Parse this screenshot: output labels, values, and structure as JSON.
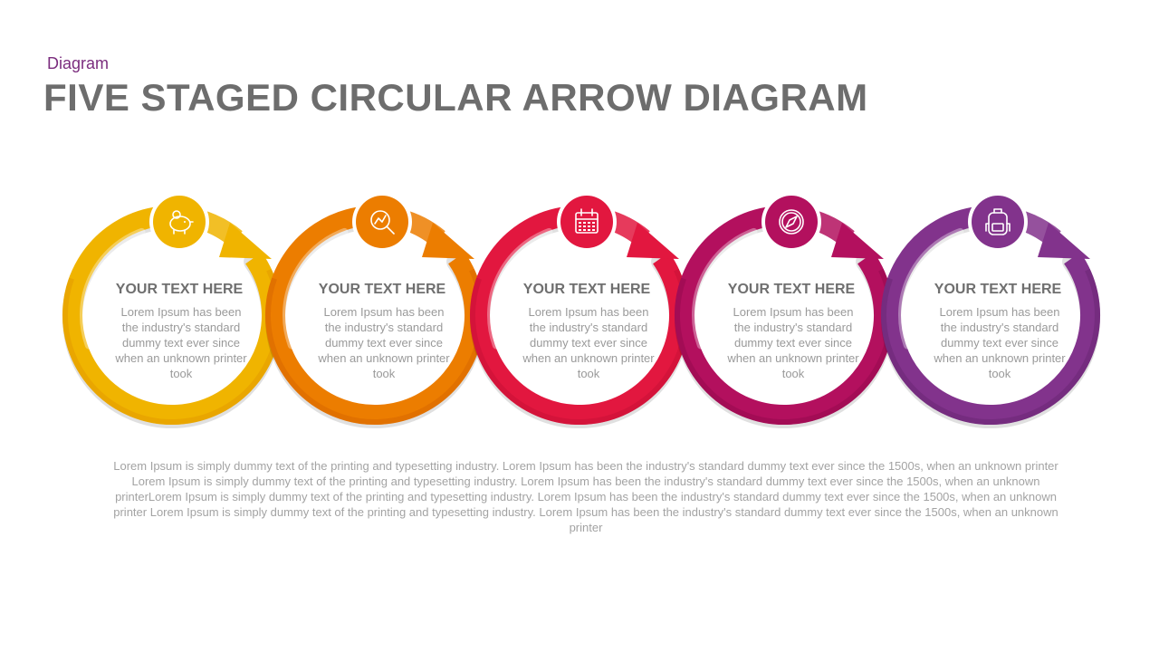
{
  "header": {
    "subtitle": "Diagram",
    "title": "FIVE STAGED CIRCULAR ARROW DIAGRAM"
  },
  "stages": [
    {
      "heading": "YOUR TEXT HERE",
      "body": "Lorem Ipsum has been the industry's standard dummy text ever since when an unknown printer took",
      "icon": "piggy-bank-icon",
      "color": "#f0b400",
      "dark": "#e39a00"
    },
    {
      "heading": "YOUR TEXT HERE",
      "body": "Lorem Ipsum has been the industry's standard dummy text ever since when an unknown printer took",
      "icon": "magnifier-chart-icon",
      "color": "#ec7d00",
      "dark": "#d86800"
    },
    {
      "heading": "YOUR TEXT HERE",
      "body": "Lorem Ipsum has been the industry's standard dummy text ever since when an unknown printer took",
      "icon": "calendar-icon",
      "color": "#e2173f",
      "dark": "#c81036"
    },
    {
      "heading": "YOUR TEXT HERE",
      "body": "Lorem Ipsum has been the industry's standard dummy text ever since when an unknown printer took",
      "icon": "compass-icon",
      "color": "#b3105e",
      "dark": "#960a4f"
    },
    {
      "heading": "YOUR TEXT HERE",
      "body": "Lorem Ipsum has been the industry's standard dummy text ever since when an unknown printer took",
      "icon": "backpack-icon",
      "color": "#82338c",
      "dark": "#6b2675"
    }
  ],
  "footer": {
    "text": "Lorem Ipsum is simply dummy text of the printing and typesetting industry. Lorem Ipsum has been the industry's standard dummy text ever since the 1500s, when an unknown printer Lorem Ipsum is simply dummy text of the printing and typesetting industry. Lorem Ipsum has been the industry's standard dummy text ever since the 1500s, when an unknown printerLorem Ipsum is simply dummy text of the printing and typesetting industry. Lorem Ipsum has been the industry's standard dummy text ever since the 1500s, when an unknown printer Lorem Ipsum is simply dummy text of the printing and typesetting industry. Lorem Ipsum has been the industry's standard dummy text ever since the 1500s, when an unknown printer"
  }
}
